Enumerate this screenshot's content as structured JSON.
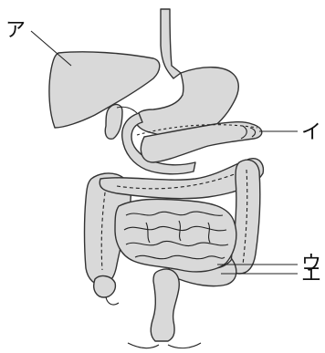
{
  "diagram": {
    "labels": {
      "a": "ア",
      "i": "イ",
      "u": "ウ",
      "e": "エ"
    },
    "colors": {
      "organ_fill": "#d9d9d9",
      "organ_stroke": "#333333",
      "background": "#ffffff"
    }
  }
}
